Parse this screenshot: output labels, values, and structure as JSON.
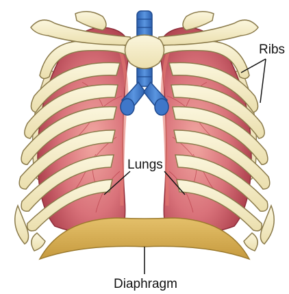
{
  "diagram": {
    "labels": {
      "ribs": "Ribs",
      "lungs": "Lungs",
      "diaphragm": "Diaphragm"
    }
  },
  "colors": {
    "bone": "#f6eecb",
    "bone_outline": "#8a7a4a",
    "lung": "#c4555d",
    "lung_light": "#ec9d98",
    "trachea": "#3f77c9",
    "diaphragm": "#d9b35a",
    "label_line": "#111111"
  }
}
